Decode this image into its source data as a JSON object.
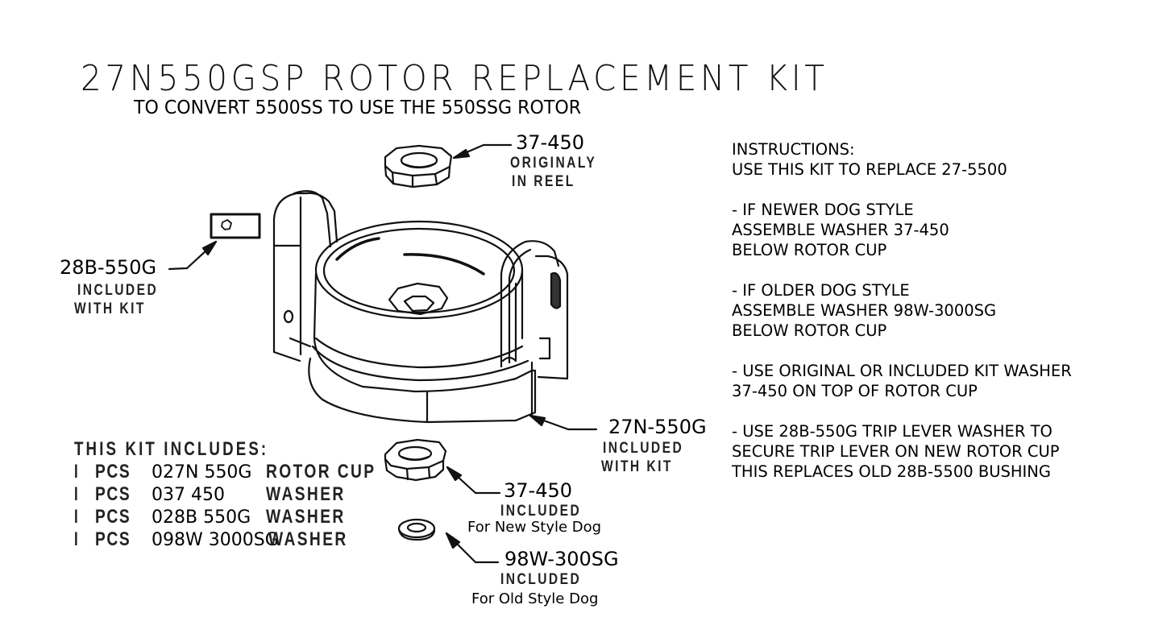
{
  "title": "27N550GSP ROTOR REPLACEMENT KIT",
  "subtitle": "TO CONVERT 5500SS TO USE THE 550SSG ROTOR",
  "callouts": {
    "top_washer": {
      "part": "37-450",
      "note_lines": [
        "ORIGINALY",
        "IN REEL"
      ]
    },
    "trip_lever_washer": {
      "part": "28B-550G",
      "note_lines": [
        "INCLUDED",
        "WITH KIT"
      ]
    },
    "rotor_cup": {
      "part": "27N-550G",
      "note_lines": [
        "INCLUDED",
        "WITH KIT"
      ]
    },
    "bottom_washer": {
      "part": "37-450",
      "note": "INCLUDED",
      "sub": "For New Style Dog"
    },
    "small_washer": {
      "part": "98W-300SG",
      "note": "INCLUDED",
      "sub": "For Old Style Dog"
    }
  },
  "kit_list": {
    "heading": "THIS KIT INCLUDES:",
    "items": [
      {
        "qty": "I",
        "unit": "PCS",
        "part": "027N 550G",
        "desc": "ROTOR  CUP"
      },
      {
        "qty": "I",
        "unit": "PCS",
        "part": "037 450",
        "desc": "WASHER"
      },
      {
        "qty": "I",
        "unit": "PCS",
        "part": "028B 550G",
        "desc": "WASHER"
      },
      {
        "qty": "I",
        "unit": "PCS",
        "part": "098W 3000SG",
        "desc": "WASHER"
      }
    ]
  },
  "instructions": {
    "lines": [
      "INSTRUCTIONS:",
      "USE THIS KIT TO REPLACE 27-5500",
      "",
      "- IF NEWER DOG STYLE",
      "ASSEMBLE WASHER 37-450",
      "BELOW ROTOR CUP",
      "",
      "- IF OLDER DOG STYLE",
      "ASSEMBLE WASHER 98W-3000SG",
      "BELOW ROTOR CUP",
      "",
      "- USE ORIGINAL OR INCLUDED KIT WASHER",
      "37-450 ON TOP OF ROTOR CUP",
      "",
      "- USE 28B-550G TRIP LEVER WASHER TO",
      "SECURE TRIP LEVER ON NEW ROTOR CUP",
      "THIS REPLACES OLD 28B-5500 BUSHING"
    ]
  }
}
